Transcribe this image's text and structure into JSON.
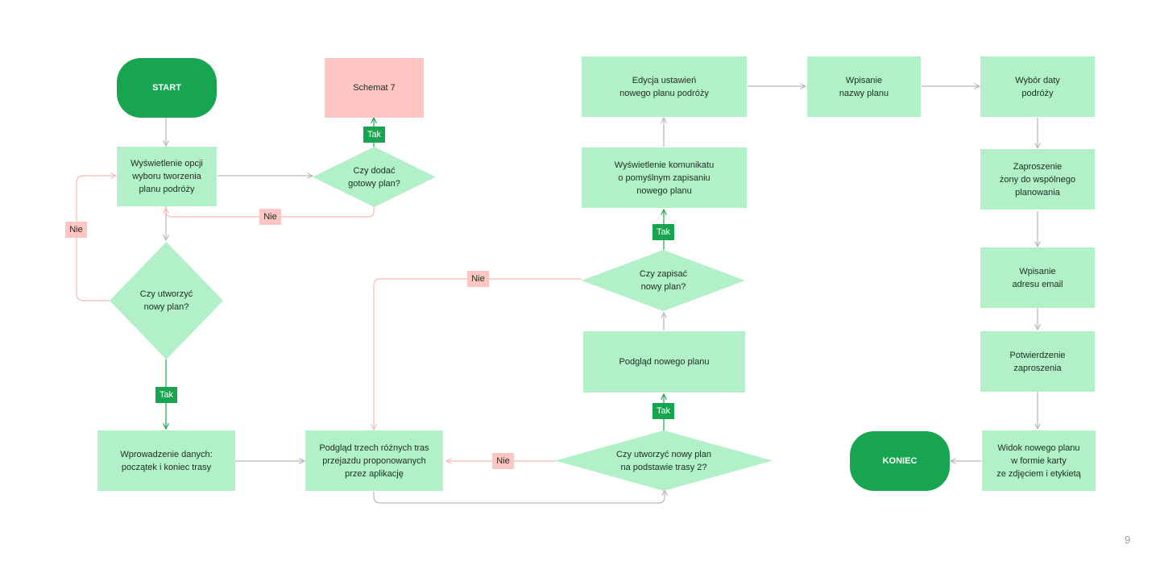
{
  "colors": {
    "process": "#b2f1c8",
    "terminal": "#17a551",
    "reference": "#fec5c2",
    "arrow": "#b8b8b8",
    "no_arrow": "#f7b9b4",
    "yes_arrow": "#17a551"
  },
  "nodes": {
    "start": "START",
    "schemat7": "Schemat 7",
    "show_options": "Wyświetlenie opcji\nwyboru tworzenia\nplanu podróży",
    "add_ready": "Czy dodać\ngotowy plan?",
    "create_new": "Czy utworzyć\nnowy plan?",
    "enter_data": "Wprowadzenie danych:\npoczątek i koniec trasy",
    "preview_routes": "Podgląd trzech różnych tras\nprzejazdu proponowanych\nprzez aplikację",
    "create_from_route2": "Czy utworzyć nowy plan\nna podstawie trasy 2?",
    "preview_plan": "Podgląd nowego planu",
    "save_plan": "Czy zapisać\nnowy plan?",
    "save_message": "Wyświetlenie komunikatu\no pomyślnym zapisaniu\nnowego planu",
    "edit_settings": "Edycja ustawień\nnowego planu podróży",
    "enter_name": "Wpisanie\nnazwy planu",
    "choose_date": "Wybór daty\npodróży",
    "invite_wife": "Zaproszenie\nżony do wspólnego\nplanowania",
    "enter_email": "Wpisanie\nadresu email",
    "confirm_invite": "Potwierdzenie\nzaproszenia",
    "card_view": "Widok nowego planu\nw formie karty\nze zdjęciem i etykietą",
    "end": "KONIEC"
  },
  "labels": {
    "yes": "Tak",
    "no": "Nie"
  },
  "page_number": "9"
}
